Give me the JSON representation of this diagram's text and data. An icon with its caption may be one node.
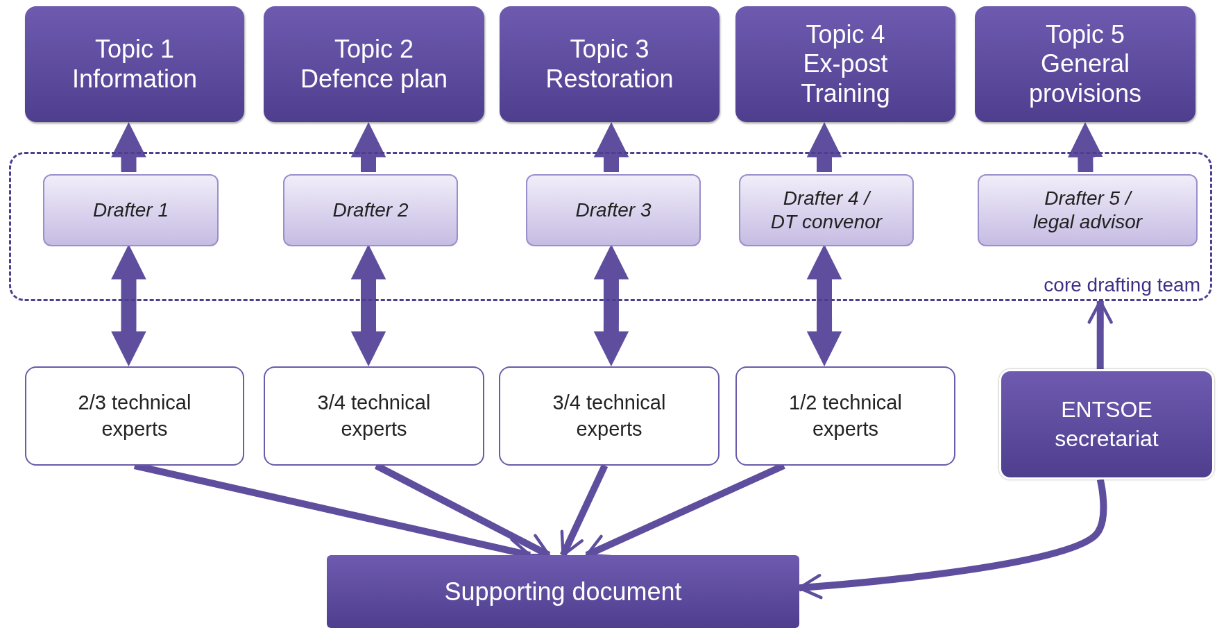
{
  "diagram": {
    "nodes": [
      {
        "text": [
          "Topic 1 Information"
        ]
      },
      {
        "text": [
          "Topic 2 Defence plan"
        ]
      },
      {
        "text": [
          "Topic 3 Restoration"
        ]
      },
      {
        "text": [
          "Topic 4 Ex-post Training"
        ]
      },
      {
        "text": [
          "Topic 5 General provisions"
        ]
      },
      {
        "text": [
          "core drafting team"
        ]
      },
      {
        "text": [
          "Drafter 1"
        ],
        "in": 5
      },
      {
        "text": [
          "Drafter 2"
        ],
        "in": 5
      },
      {
        "text": [
          "Drafter 3"
        ],
        "in": 5
      },
      {
        "text": [
          "Drafter 4 / DT convenor"
        ],
        "in": 5
      },
      {
        "text": [
          "Drafter 5 / legal advisor"
        ],
        "in": 5
      },
      {
        "text": [
          "2/3 technical experts"
        ]
      },
      {
        "text": [
          "3/4 technical experts"
        ]
      },
      {
        "text": [
          "3/4 technical experts"
        ]
      },
      {
        "text": [
          "1/2 technical experts"
        ]
      },
      {
        "text": [
          "ENTSOE secretariat"
        ]
      },
      {
        "text": [
          "Supporting document"
        ]
      }
    ],
    "edges": [
      {
        "from": 6,
        "to": 0,
        "arrow": "to"
      },
      {
        "from": 7,
        "to": 1,
        "arrow": "to"
      },
      {
        "from": 8,
        "to": 2,
        "arrow": "to"
      },
      {
        "from": 9,
        "to": 3,
        "arrow": "to"
      },
      {
        "from": 10,
        "to": 4,
        "arrow": "to"
      },
      {
        "from": 6,
        "to": 11,
        "arrow": "both"
      },
      {
        "from": 7,
        "to": 12,
        "arrow": "both"
      },
      {
        "from": 8,
        "to": 13,
        "arrow": "both"
      },
      {
        "from": 9,
        "to": 14,
        "arrow": "both"
      },
      {
        "from": 11,
        "to": 16,
        "arrow": "to"
      },
      {
        "from": 12,
        "to": 16,
        "arrow": "to"
      },
      {
        "from": 13,
        "to": 16,
        "arrow": "to"
      },
      {
        "from": 14,
        "to": 16,
        "arrow": "to"
      },
      {
        "from": 15,
        "to": 5,
        "arrow": "to"
      },
      {
        "from": 15,
        "to": 16,
        "arrow": "to"
      }
    ]
  }
}
